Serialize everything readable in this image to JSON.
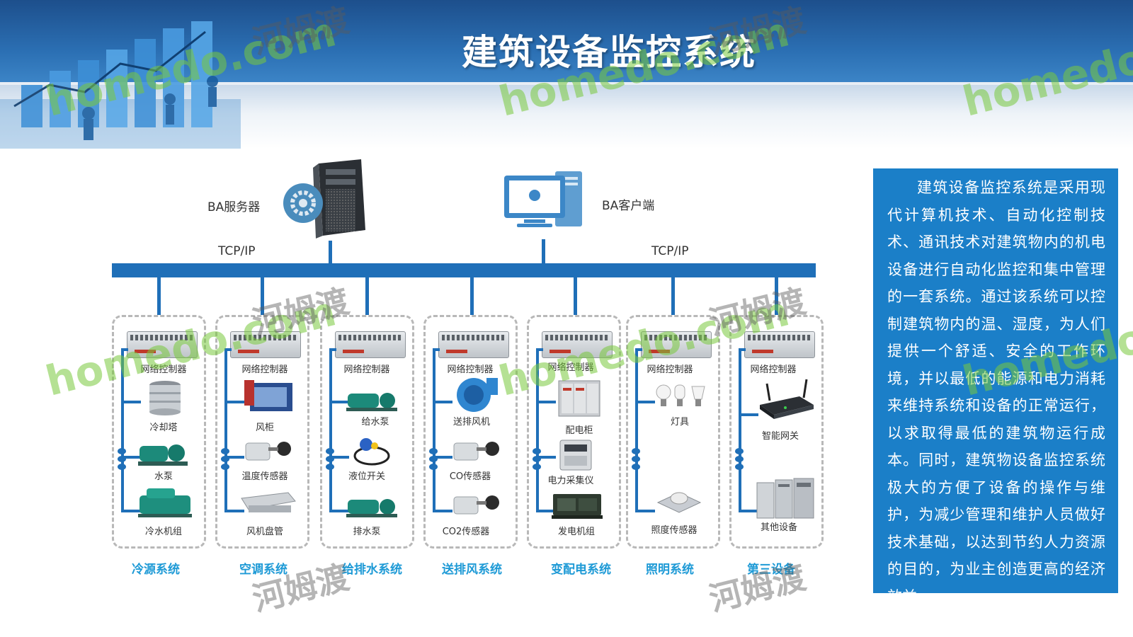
{
  "header": {
    "title": "建筑设备监控系统"
  },
  "top": {
    "server_label": "BA服务器",
    "client_label": "BA客户端",
    "left_protocol": "TCP/IP",
    "right_protocol": "TCP/IP"
  },
  "controller_label": "网络控制器",
  "systems": [
    {
      "name": "冷源系统",
      "devices": [
        "冷却塔",
        "水泵",
        "冷水机组"
      ]
    },
    {
      "name": "空调系统",
      "devices": [
        "风柜",
        "温度传感器",
        "风机盘管"
      ]
    },
    {
      "name": "给排水系统",
      "devices": [
        "给水泵",
        "液位开关",
        "排水泵"
      ]
    },
    {
      "name": "送排风系统",
      "devices": [
        "送排风机",
        "CO传感器",
        "CO2传感器"
      ]
    },
    {
      "name": "变配电系统",
      "devices": [
        "配电柜",
        "电力采集仪",
        "发电机组"
      ]
    },
    {
      "name": "照明系统",
      "devices": [
        "灯具",
        "照度传感器"
      ]
    },
    {
      "name": "第三设备",
      "devices": [
        "智能网关",
        "其他设备"
      ]
    }
  ],
  "description": "建筑设备监控系统是采用现代计算机技术、自动化控制技术、通讯技术对建筑物内的机电设备进行自动化监控和集中管理的一套系统。通过该系统可以控制建筑物内的温、湿度，为人们提供一个舒适、安全的工作环境，并以最低的能源和电力消耗来维持系统和设备的正常运行，以求取得最低的建筑物运行成本。同时，建筑物设备监控系统极大的方便了设备的操作与维护，为减少管理和维护人员做好技术基础，以达到节约人力资源的目的，为业主创造更高的经济效益。",
  "watermark": {
    "latin": "homedo.com",
    "chinese": "河姆渡"
  },
  "colors": {
    "banner": "#2b6fb3",
    "bus": "#1f6fb8",
    "system_name": "#1e9ad6",
    "panel": "#1b7fc8"
  }
}
